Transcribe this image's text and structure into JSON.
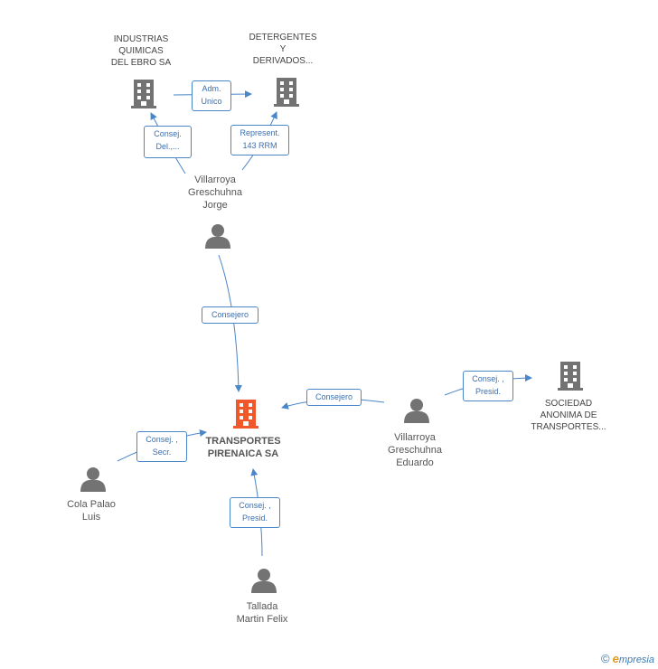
{
  "nodes": {
    "industrias": {
      "label": "INDUSTRIAS\nQUIMICAS\nDEL EBRO SA",
      "type": "company"
    },
    "detergentes": {
      "label": "DETERGENTES\nY\nDERIVADOS...",
      "type": "company"
    },
    "villarroya_jorge": {
      "label": "Villarroya\nGreschuhna\nJorge",
      "type": "person"
    },
    "transportes": {
      "label": "TRANSPORTES\nPIRENAICA SA",
      "type": "company-main"
    },
    "villarroya_eduardo": {
      "label": "Villarroya\nGreschuhna\nEduardo",
      "type": "person"
    },
    "sociedad": {
      "label": "SOCIEDAD\nANONIMA DE\nTRANSPORTES...",
      "type": "company"
    },
    "cola": {
      "label": "Cola Palao\nLuis",
      "type": "person"
    },
    "tallada": {
      "label": "Tallada\nMartin Felix",
      "type": "person"
    }
  },
  "relations": {
    "adm_unico": "Adm.\nUnico",
    "consej_del": "Consej.\nDel.,...",
    "represent": "Represent.\n143 RRM",
    "consejero_jorge": "Consejero",
    "consejero_eduardo": "Consejero",
    "consej_presid_sociedad": "Consej. ,\nPresid.",
    "consej_secr": "Consej. ,\nSecr.",
    "consej_presid_tallada": "Consej. ,\nPresid."
  },
  "colors": {
    "company_icon": "#737373",
    "main_company_icon": "#f0582c",
    "person_icon": "#737373",
    "edge": "#4a86c8",
    "label_border": "#4a86c8"
  },
  "footer": {
    "copyright": "©",
    "brand_e": "e",
    "brand_rest": "mpresia"
  }
}
